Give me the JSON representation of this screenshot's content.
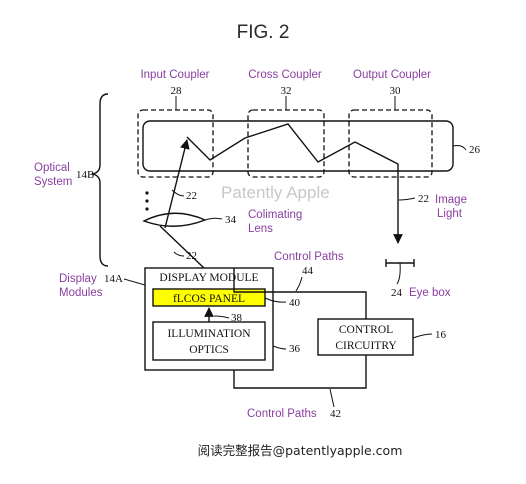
{
  "figure": {
    "title": "FIG. 2",
    "watermark": "Patently Apple",
    "footer": "阅读完整报告@patentlyapple.com"
  },
  "callouts": {
    "input_coupler": "Input Coupler",
    "cross_coupler": "Cross Coupler",
    "output_coupler": "Output Coupler",
    "optical_system_1": "Optical",
    "optical_system_2": "System",
    "collimating_lens_1": "Colimating",
    "collimating_lens_2": "Lens",
    "image_light_1": "Image",
    "image_light_2": "Light",
    "control_paths_top": "Control Paths",
    "control_paths_bottom": "Control Paths",
    "eye_box": "Eye box",
    "display_modules_1": "Display",
    "display_modules_2": "Modules"
  },
  "refs": {
    "r28": "28",
    "r32": "32",
    "r30": "30",
    "r26": "26",
    "r14b": "14B",
    "r22_top": "22",
    "r22_right": "22",
    "r22_bottom": "22",
    "r34": "34",
    "r44": "44",
    "r24": "24",
    "r14a": "14A",
    "r40": "40",
    "r38": "38",
    "r36": "36",
    "r16": "16",
    "r42": "42"
  },
  "boxes": {
    "display_module": "DISPLAY MODULE",
    "lcos_panel": "fLCOS PANEL",
    "illumination_1": "ILLUMINATION",
    "illumination_2": "OPTICS",
    "control_1": "CONTROL",
    "control_2": "CIRCUITRY"
  },
  "colors": {
    "callout": "#8a3fa0",
    "lcos_fill": "#ffff00",
    "line": "#111111"
  }
}
